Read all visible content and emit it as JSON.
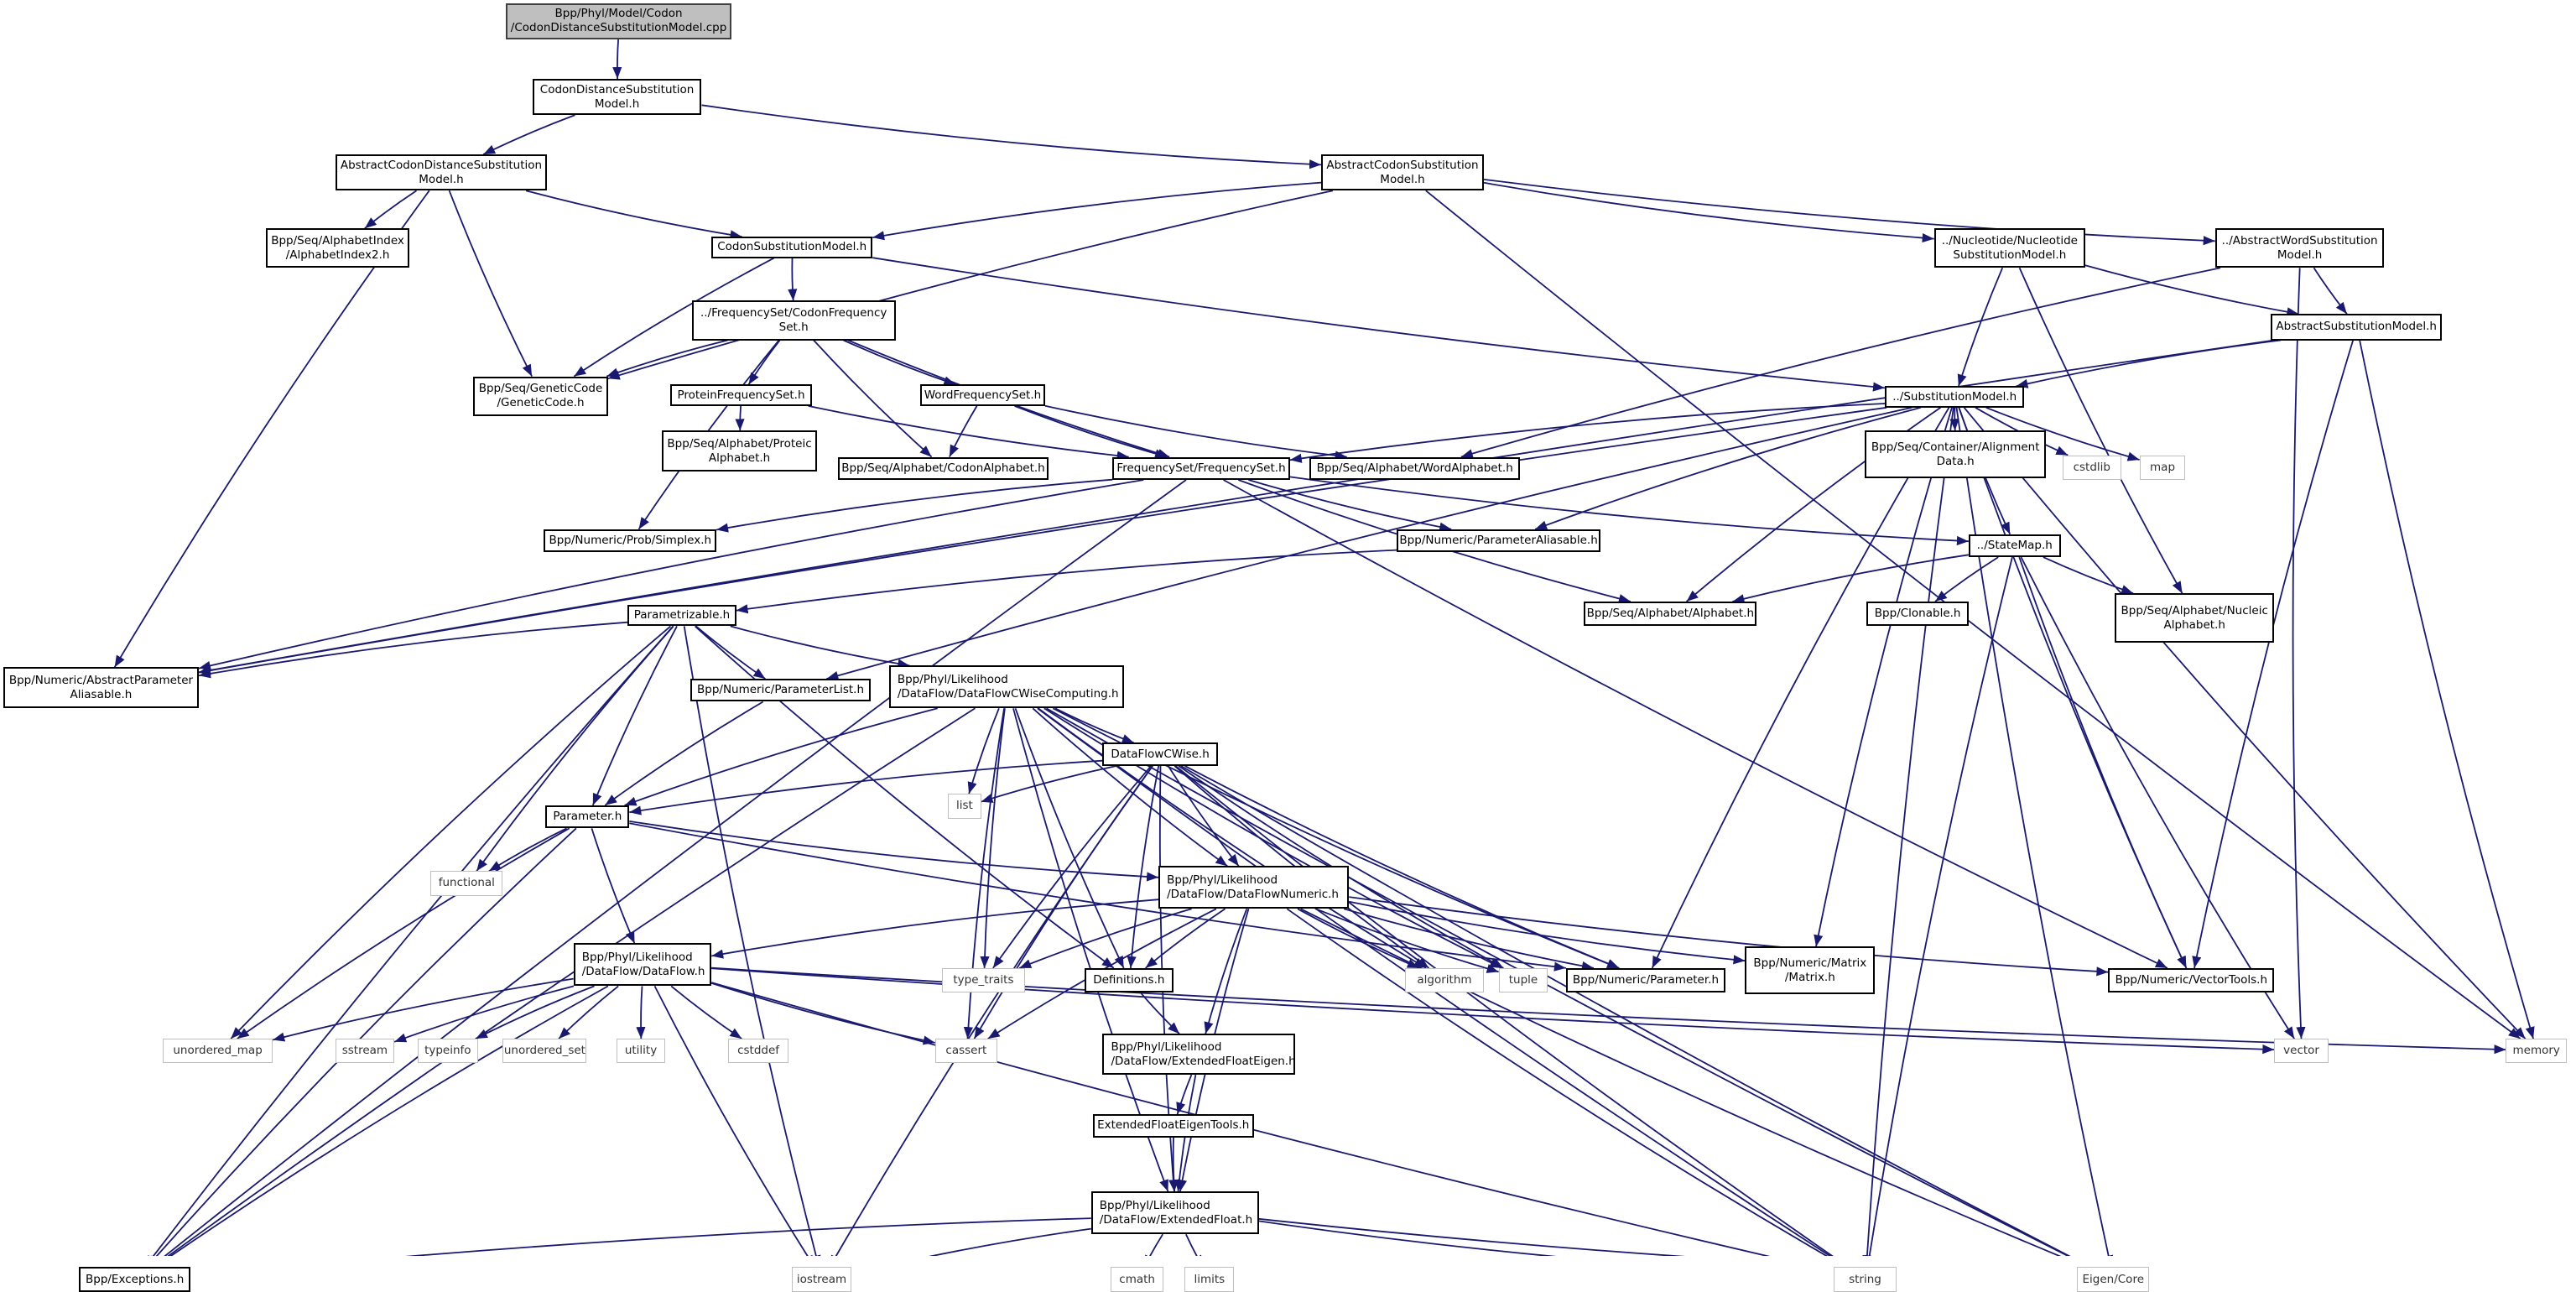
{
  "graph": {
    "title": "Include dependency graph for CodonDistanceSubstitutionModel.cpp",
    "edge_color": "#191970",
    "nodes": [
      {
        "id": "root",
        "label": "Bpp/Phyl/Model/Codon\n/CodonDistanceSubstitutionModel.cpp",
        "kind": "root"
      },
      {
        "id": "cdsm",
        "label": "CodonDistanceSubstitution\nModel.h",
        "kind": "doc"
      },
      {
        "id": "acdsm",
        "label": "AbstractCodonDistanceSubstitution\nModel.h",
        "kind": "doc"
      },
      {
        "id": "acsm",
        "label": "AbstractCodonSubstitution\nModel.h",
        "kind": "doc"
      },
      {
        "id": "ai2",
        "label": "Bpp/Seq/AlphabetIndex\n/AlphabetIndex2.h",
        "kind": "doc"
      },
      {
        "id": "csm",
        "label": "CodonSubstitutionModel.h",
        "kind": "doc"
      },
      {
        "id": "nsm",
        "label": "../Nucleotide/Nucleotide\nSubstitutionModel.h",
        "kind": "doc"
      },
      {
        "id": "awsm",
        "label": "../AbstractWordSubstitution\nModel.h",
        "kind": "doc"
      },
      {
        "id": "cfs",
        "label": "../FrequencySet/CodonFrequency\nSet.h",
        "kind": "doc"
      },
      {
        "id": "asm",
        "label": "AbstractSubstitutionModel.h",
        "kind": "doc"
      },
      {
        "id": "gc",
        "label": "Bpp/Seq/GeneticCode\n/GeneticCode.h",
        "kind": "doc"
      },
      {
        "id": "pfs",
        "label": "ProteinFrequencySet.h",
        "kind": "doc"
      },
      {
        "id": "wfs",
        "label": "WordFrequencySet.h",
        "kind": "doc"
      },
      {
        "id": "sm",
        "label": "../SubstitutionModel.h",
        "kind": "doc"
      },
      {
        "id": "pa",
        "label": "Bpp/Seq/Alphabet/Proteic\nAlphabet.h",
        "kind": "doc"
      },
      {
        "id": "ca",
        "label": "Bpp/Seq/Alphabet/CodonAlphabet.h",
        "kind": "doc"
      },
      {
        "id": "fs",
        "label": "FrequencySet/FrequencySet.h",
        "kind": "doc"
      },
      {
        "id": "wa",
        "label": "Bpp/Seq/Alphabet/WordAlphabet.h",
        "kind": "doc"
      },
      {
        "id": "ad",
        "label": "Bpp/Seq/Container/Alignment\nData.h",
        "kind": "doc"
      },
      {
        "id": "cstdlib",
        "label": "cstdlib",
        "kind": "sys"
      },
      {
        "id": "map",
        "label": "map",
        "kind": "sys"
      },
      {
        "id": "simplex",
        "label": "Bpp/Numeric/Prob/Simplex.h",
        "kind": "doc"
      },
      {
        "id": "pal",
        "label": "Bpp/Numeric/ParameterAliasable.h",
        "kind": "doc"
      },
      {
        "id": "statemap",
        "label": "../StateMap.h",
        "kind": "doc"
      },
      {
        "id": "param",
        "label": "Parametrizable.h",
        "kind": "doc"
      },
      {
        "id": "alphabet",
        "label": "Bpp/Seq/Alphabet/Alphabet.h",
        "kind": "doc"
      },
      {
        "id": "clonable",
        "label": "Bpp/Clonable.h",
        "kind": "doc"
      },
      {
        "id": "nucleic",
        "label": "Bpp/Seq/Alphabet/Nucleic\nAlphabet.h",
        "kind": "doc"
      },
      {
        "id": "apa",
        "label": "Bpp/Numeric/AbstractParameter\nAliasable.h",
        "kind": "doc"
      },
      {
        "id": "plist",
        "label": "Bpp/Numeric/ParameterList.h",
        "kind": "doc"
      },
      {
        "id": "dfcwc",
        "label": "Bpp/Phyl/Likelihood\n/DataFlow/DataFlowCWiseComputing.h",
        "kind": "doc",
        "align": "left"
      },
      {
        "id": "dfcw",
        "label": "DataFlowCWise.h",
        "kind": "doc"
      },
      {
        "id": "list",
        "label": "list",
        "kind": "sys"
      },
      {
        "id": "parameter",
        "label": "Parameter.h",
        "kind": "doc"
      },
      {
        "id": "functional",
        "label": "functional",
        "kind": "sys"
      },
      {
        "id": "dfn",
        "label": "Bpp/Phyl/Likelihood\n/DataFlow/DataFlowNumeric.h",
        "kind": "doc",
        "align": "left"
      },
      {
        "id": "df",
        "label": "Bpp/Phyl/Likelihood\n/DataFlow/DataFlow.h",
        "kind": "doc",
        "align": "left"
      },
      {
        "id": "type_traits",
        "label": "type_traits",
        "kind": "sys"
      },
      {
        "id": "defs",
        "label": "Definitions.h",
        "kind": "doc"
      },
      {
        "id": "algorithm",
        "label": "algorithm",
        "kind": "sys"
      },
      {
        "id": "tuple",
        "label": "tuple",
        "kind": "sys"
      },
      {
        "id": "nparam",
        "label": "Bpp/Numeric/Parameter.h",
        "kind": "doc"
      },
      {
        "id": "matrix",
        "label": "Bpp/Numeric/Matrix\n/Matrix.h",
        "kind": "doc"
      },
      {
        "id": "vtools",
        "label": "Bpp/Numeric/VectorTools.h",
        "kind": "doc"
      },
      {
        "id": "unordered_map",
        "label": "unordered_map",
        "kind": "sys"
      },
      {
        "id": "sstream",
        "label": "sstream",
        "kind": "sys"
      },
      {
        "id": "typeinfo",
        "label": "typeinfo",
        "kind": "sys"
      },
      {
        "id": "unordered_set",
        "label": "unordered_set",
        "kind": "sys"
      },
      {
        "id": "utility",
        "label": "utility",
        "kind": "sys"
      },
      {
        "id": "cstddef",
        "label": "cstddef",
        "kind": "sys"
      },
      {
        "id": "cassert",
        "label": "cassert",
        "kind": "sys"
      },
      {
        "id": "efe",
        "label": "Bpp/Phyl/Likelihood\n/DataFlow/ExtendedFloatEigen.h",
        "kind": "doc",
        "align": "left"
      },
      {
        "id": "vector",
        "label": "vector",
        "kind": "sys"
      },
      {
        "id": "memory",
        "label": "memory",
        "kind": "sys"
      },
      {
        "id": "efet",
        "label": "ExtendedFloatEigenTools.h",
        "kind": "doc"
      },
      {
        "id": "ef",
        "label": "Bpp/Phyl/Likelihood\n/DataFlow/ExtendedFloat.h",
        "kind": "doc",
        "align": "left"
      },
      {
        "id": "exceptions",
        "label": "Bpp/Exceptions.h",
        "kind": "doc"
      },
      {
        "id": "iostream",
        "label": "iostream",
        "kind": "sys"
      },
      {
        "id": "cmath",
        "label": "cmath",
        "kind": "sys"
      },
      {
        "id": "limits",
        "label": "limits",
        "kind": "sys"
      },
      {
        "id": "string",
        "label": "string",
        "kind": "sys"
      },
      {
        "id": "eigen",
        "label": "Eigen/Core",
        "kind": "sys"
      }
    ],
    "edges": [
      [
        "root",
        "cdsm"
      ],
      [
        "cdsm",
        "acdsm"
      ],
      [
        "cdsm",
        "acsm"
      ],
      [
        "acdsm",
        "ai2"
      ],
      [
        "acdsm",
        "csm"
      ],
      [
        "acdsm",
        "gc"
      ],
      [
        "acdsm",
        "apa"
      ],
      [
        "acsm",
        "csm"
      ],
      [
        "acsm",
        "nsm"
      ],
      [
        "acsm",
        "awsm"
      ],
      [
        "acsm",
        "gc"
      ],
      [
        "acsm",
        "memory"
      ],
      [
        "csm",
        "cfs"
      ],
      [
        "csm",
        "gc"
      ],
      [
        "csm",
        "sm"
      ],
      [
        "nsm",
        "sm"
      ],
      [
        "nsm",
        "asm"
      ],
      [
        "nsm",
        "nucleic"
      ],
      [
        "awsm",
        "asm"
      ],
      [
        "awsm",
        "wa"
      ],
      [
        "awsm",
        "vector"
      ],
      [
        "asm",
        "sm"
      ],
      [
        "asm",
        "apa"
      ],
      [
        "asm",
        "vtools"
      ],
      [
        "asm",
        "memory"
      ],
      [
        "cfs",
        "gc"
      ],
      [
        "cfs",
        "pfs"
      ],
      [
        "cfs",
        "wfs"
      ],
      [
        "cfs",
        "ca"
      ],
      [
        "cfs",
        "fs"
      ],
      [
        "cfs",
        "simplex"
      ],
      [
        "pfs",
        "pa"
      ],
      [
        "pfs",
        "fs"
      ],
      [
        "wfs",
        "ca"
      ],
      [
        "wfs",
        "fs"
      ],
      [
        "wfs",
        "wa"
      ],
      [
        "sm",
        "fs"
      ],
      [
        "sm",
        "ad"
      ],
      [
        "sm",
        "cstdlib"
      ],
      [
        "sm",
        "map"
      ],
      [
        "sm",
        "statemap"
      ],
      [
        "sm",
        "pal"
      ],
      [
        "sm",
        "alphabet"
      ],
      [
        "sm",
        "apa"
      ],
      [
        "sm",
        "plist"
      ],
      [
        "sm",
        "nparam"
      ],
      [
        "sm",
        "matrix"
      ],
      [
        "sm",
        "vtools"
      ],
      [
        "sm",
        "string"
      ],
      [
        "sm",
        "eigen"
      ],
      [
        "sm",
        "memory"
      ],
      [
        "fs",
        "simplex"
      ],
      [
        "fs",
        "pal"
      ],
      [
        "fs",
        "statemap"
      ],
      [
        "fs",
        "alphabet"
      ],
      [
        "fs",
        "vtools"
      ],
      [
        "fs",
        "exceptions"
      ],
      [
        "fs",
        "apa"
      ],
      [
        "pal",
        "param"
      ],
      [
        "statemap",
        "alphabet"
      ],
      [
        "statemap",
        "clonable"
      ],
      [
        "statemap",
        "nucleic"
      ],
      [
        "statemap",
        "vtools"
      ],
      [
        "statemap",
        "vector"
      ],
      [
        "statemap",
        "string"
      ],
      [
        "param",
        "apa"
      ],
      [
        "param",
        "plist"
      ],
      [
        "param",
        "dfcwc"
      ],
      [
        "param",
        "parameter"
      ],
      [
        "param",
        "functional"
      ],
      [
        "param",
        "exceptions"
      ],
      [
        "param",
        "unordered_map"
      ],
      [
        "param",
        "iostream"
      ],
      [
        "param",
        "defs"
      ],
      [
        "plist",
        "parameter"
      ],
      [
        "dfcwc",
        "dfcw"
      ],
      [
        "dfcwc",
        "parameter"
      ],
      [
        "dfcwc",
        "list"
      ],
      [
        "dfcwc",
        "dfn"
      ],
      [
        "dfcwc",
        "type_traits"
      ],
      [
        "dfcwc",
        "defs"
      ],
      [
        "dfcwc",
        "algorithm"
      ],
      [
        "dfcwc",
        "tuple"
      ],
      [
        "dfcwc",
        "nparam"
      ],
      [
        "dfcwc",
        "cassert"
      ],
      [
        "dfcwc",
        "exceptions"
      ],
      [
        "dfcwc",
        "ef"
      ],
      [
        "dfcwc",
        "string"
      ],
      [
        "dfcwc",
        "eigen"
      ],
      [
        "dfcw",
        "parameter"
      ],
      [
        "dfcw",
        "list"
      ],
      [
        "dfcw",
        "dfn"
      ],
      [
        "dfcw",
        "type_traits"
      ],
      [
        "dfcw",
        "defs"
      ],
      [
        "dfcw",
        "algorithm"
      ],
      [
        "dfcw",
        "tuple"
      ],
      [
        "dfcw",
        "nparam"
      ],
      [
        "dfcw",
        "cassert"
      ],
      [
        "dfcw",
        "ef"
      ],
      [
        "dfcw",
        "iostream"
      ],
      [
        "dfcw",
        "string"
      ],
      [
        "dfcw",
        "eigen"
      ],
      [
        "parameter",
        "functional"
      ],
      [
        "parameter",
        "df"
      ],
      [
        "parameter",
        "dfn"
      ],
      [
        "parameter",
        "exceptions"
      ],
      [
        "parameter",
        "unordered_map"
      ],
      [
        "parameter",
        "nparam"
      ],
      [
        "dfn",
        "df"
      ],
      [
        "dfn",
        "type_traits"
      ],
      [
        "dfn",
        "defs"
      ],
      [
        "dfn",
        "algorithm"
      ],
      [
        "dfn",
        "tuple"
      ],
      [
        "dfn",
        "nparam"
      ],
      [
        "dfn",
        "matrix"
      ],
      [
        "dfn",
        "vtools"
      ],
      [
        "dfn",
        "cassert"
      ],
      [
        "dfn",
        "efe"
      ],
      [
        "dfn",
        "ef"
      ],
      [
        "dfn",
        "string"
      ],
      [
        "dfn",
        "eigen"
      ],
      [
        "df",
        "unordered_map"
      ],
      [
        "df",
        "sstream"
      ],
      [
        "df",
        "typeinfo"
      ],
      [
        "df",
        "unordered_set"
      ],
      [
        "df",
        "utility"
      ],
      [
        "df",
        "cstddef"
      ],
      [
        "df",
        "cassert"
      ],
      [
        "df",
        "exceptions"
      ],
      [
        "df",
        "iostream"
      ],
      [
        "df",
        "string"
      ],
      [
        "df",
        "vector"
      ],
      [
        "df",
        "memory"
      ],
      [
        "defs",
        "efe"
      ],
      [
        "efe",
        "efet"
      ],
      [
        "efe",
        "ef"
      ],
      [
        "efet",
        "ef"
      ],
      [
        "ef",
        "exceptions"
      ],
      [
        "ef",
        "iostream"
      ],
      [
        "ef",
        "cmath"
      ],
      [
        "ef",
        "limits"
      ],
      [
        "ef",
        "string"
      ],
      [
        "ef",
        "eigen"
      ]
    ]
  }
}
